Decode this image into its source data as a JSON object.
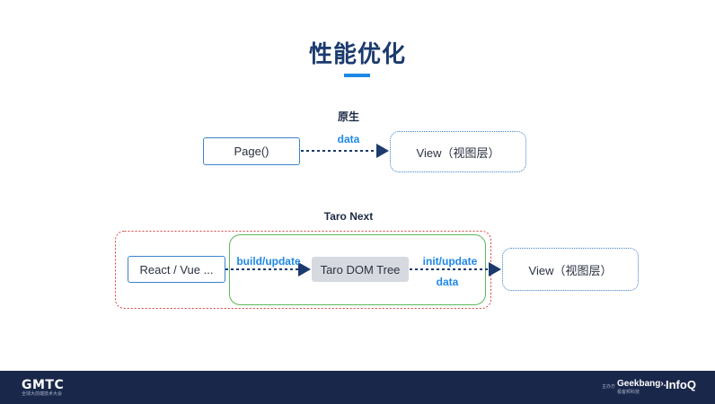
{
  "title": "性能优化",
  "native": {
    "label": "原生",
    "page_box": "Page()",
    "view_box": "View（视图层）",
    "edge_label": "data"
  },
  "taro": {
    "label": "Taro Next",
    "react_box": "React / Vue ...",
    "dom_box": "Taro DOM Tree",
    "view_box": "View（视图层）",
    "edge_build": "build/update",
    "edge_init": "init/update",
    "edge_data": "data"
  },
  "footer": {
    "left_logo": "GMTC",
    "left_sub": "全球大前端技术大会",
    "right_small": "主办方",
    "right_logo1": "Geekbang›.",
    "right_sub1": "极客邦科技",
    "right_logo2": "InfoQ"
  },
  "colors": {
    "title": "#1b3a6e",
    "accent": "#1e88e5",
    "box_border": "#3d82c7",
    "red_group": "#e04040",
    "green_group": "#5cb85c",
    "footer_bg": "#19274a"
  }
}
